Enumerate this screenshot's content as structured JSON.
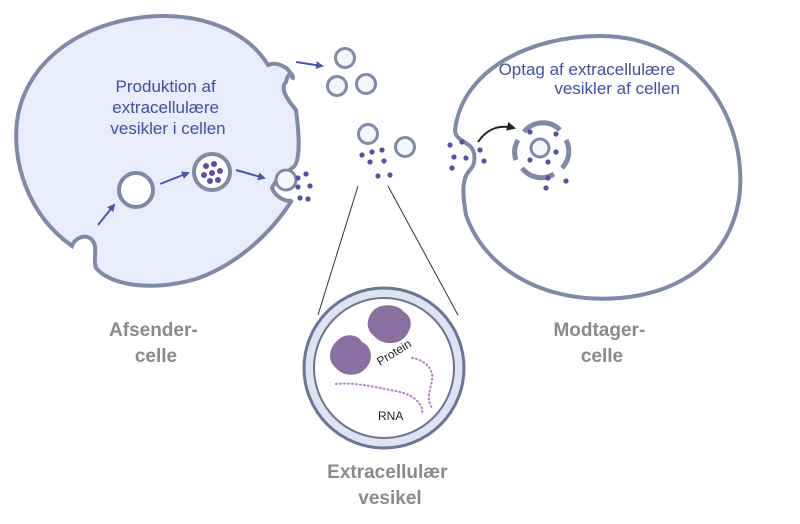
{
  "colors": {
    "cell_fill": "#e9ecfb",
    "membrane": "#7f8aa6",
    "membrane_dark": "#6a7592",
    "vesicle_fill": "#f4f6fb",
    "dot": "#5a4fa6",
    "arrow_blue": "#4a5aa8",
    "arrow_black": "#222222",
    "protein": "#8a6fa0",
    "rna": "#b27fbf",
    "label_blue": "#3f4fa6",
    "label_grey": "#8a8a8a"
  },
  "labels": {
    "sender_process": [
      "Produktion af",
      "extracellulære",
      "vesikler i cellen"
    ],
    "receiver_process": [
      "Optag af extracellulære",
      "vesikler af cellen"
    ],
    "sender_cell": [
      "Afsender-",
      "celle"
    ],
    "receiver_cell": [
      "Modtager-",
      "celle"
    ],
    "vesicle": [
      "Extracellulær",
      "vesikel"
    ],
    "protein": "Protein",
    "rna": "RNA"
  },
  "icons": {
    "flow_arrows": "arrow-icon",
    "uptake_arrow": "curved-arrow-icon",
    "protein": "protein-blob-icon",
    "rna": "rna-strand-icon"
  }
}
